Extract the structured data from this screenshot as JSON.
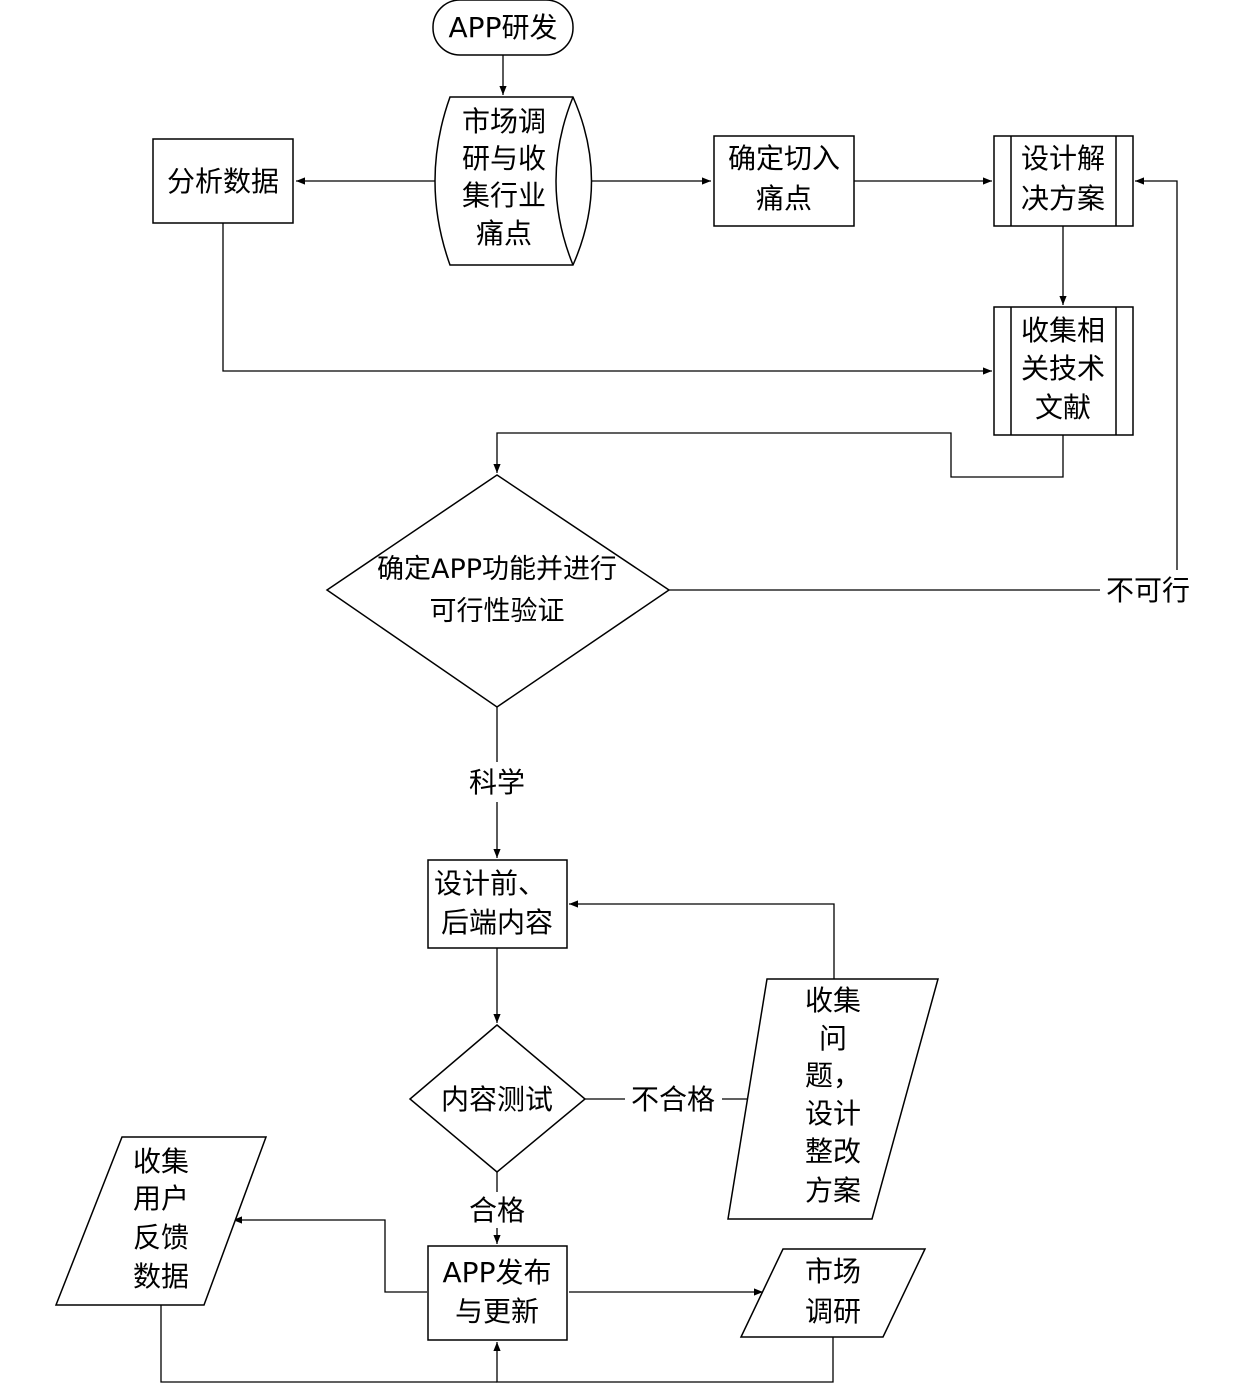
{
  "colors": {
    "stroke": "#000000",
    "background": "#ffffff"
  },
  "nodes": {
    "start": "APP研发",
    "market_research": [
      "市场调",
      "研与收",
      "集行业",
      "痛点"
    ],
    "analyze_data": "分析数据",
    "pain_points": [
      "确定切入",
      "痛点"
    ],
    "design_solution": [
      "设计解",
      "决方案"
    ],
    "collect_literature": [
      "收集相",
      "关技术",
      "文献"
    ],
    "feasibility": [
      "确定APP功能并进行",
      "可行性验证"
    ],
    "design_content": [
      "设计前、",
      "后端内容"
    ],
    "content_test": "内容测试",
    "collect_issues": [
      "收集",
      "问",
      "题，",
      "设计",
      "整改",
      "方案"
    ],
    "release": [
      "APP发布",
      "与更新"
    ],
    "user_feedback": [
      "收集",
      "用户",
      "反馈",
      "数据"
    ],
    "market_survey": [
      "市场",
      "调研"
    ]
  },
  "edge_labels": {
    "not_feasible": "不可行",
    "scientific": "科学",
    "fail": "不合格",
    "pass": "合格"
  }
}
